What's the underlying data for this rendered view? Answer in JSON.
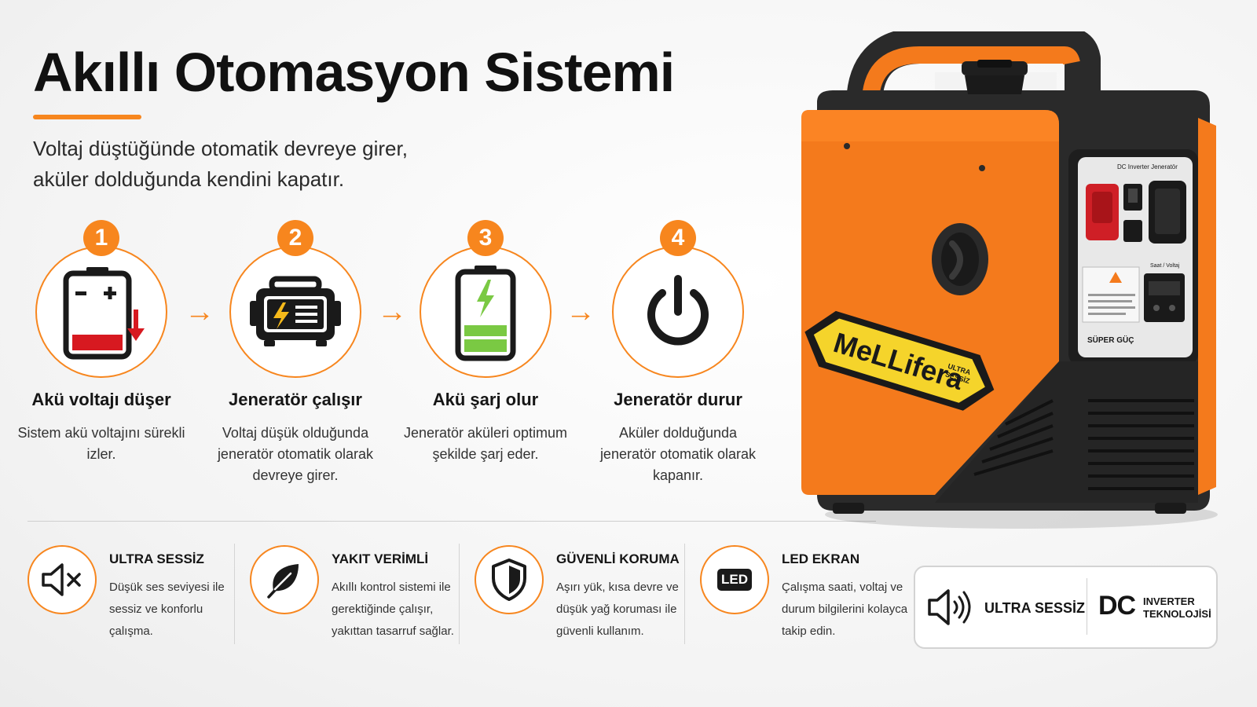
{
  "header": {
    "title": "Akıllı Otomasyon Sistemi",
    "subtitle_line1": "Voltaj düştüğünde otomatik devreye girer,",
    "subtitle_line2": "aküler dolduğunda kendini kapatır."
  },
  "colors": {
    "accent": "#F7861E",
    "text": "#151515",
    "battery_low": "#D71920",
    "battery_full": "#7AC943",
    "generator_body": "#F47A1C",
    "generator_dark": "#2A2A2A",
    "logo_yellow": "#F5D42B"
  },
  "steps": [
    {
      "number": "1",
      "icon": "battery-low-icon",
      "title": "Akü voltajı düşer",
      "desc": "Sistem akü voltajını sürekli izler."
    },
    {
      "number": "2",
      "icon": "generator-icon",
      "title": "Jeneratör çalışır",
      "desc": "Voltaj düşük olduğunda jeneratör otomatik olarak devreye girer."
    },
    {
      "number": "3",
      "icon": "battery-charging-icon",
      "title": "Akü şarj olur",
      "desc": "Jeneratör aküleri optimum şekilde şarj eder."
    },
    {
      "number": "4",
      "icon": "power-icon",
      "title": "Jeneratör durur",
      "desc": "Aküler dolduğunda jeneratör otomatik olarak kapanır."
    }
  ],
  "arrow_glyph": "→",
  "features": [
    {
      "icon": "speaker-mute-icon",
      "title": "ULTRA SESSİZ",
      "desc": "Düşük ses seviyesi ile sessiz ve konforlu çalışma."
    },
    {
      "icon": "leaf-icon",
      "title": "YAKIT VERİMLİ",
      "desc": "Akıllı kontrol sistemi ile gerektiğinde çalışır, yakıttan tasarruf sağlar."
    },
    {
      "icon": "shield-icon",
      "title": "GÜVENLİ KORUMA",
      "desc": "Aşırı yük, kısa devre ve düşük yağ koruması ile güvenli kullanım."
    },
    {
      "icon": "led-icon",
      "icon_text": "LED",
      "title": "LED EKRAN",
      "desc": "Çalışma saati, voltaj ve durum bilgilerini kolayca takip edin."
    }
  ],
  "badge": {
    "icon": "speaker-sound-icon",
    "ultra_label": "ULTRA SESSİZ",
    "dc_label": "DC",
    "inverter_line1": "INVERTER",
    "inverter_line2": "TEKNOLOJİSİ"
  },
  "product": {
    "brand": "MeLLifera",
    "logo_badge_line1": "ULTRA",
    "logo_badge_line2": "SESSİZ",
    "panel_title": "DC Inverter Jeneratör",
    "panel_brand": "SÜPER GÜÇ",
    "meter_label": "Saat / Voltaj"
  }
}
